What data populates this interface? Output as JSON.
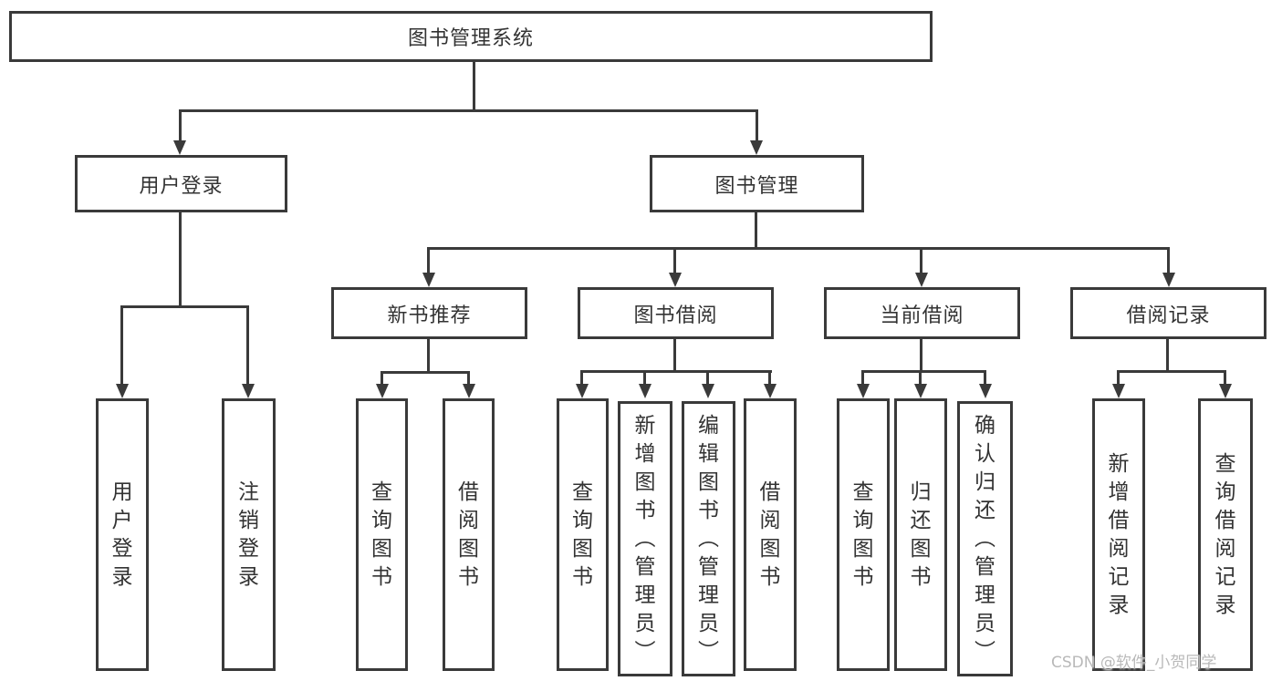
{
  "diagram": {
    "root": {
      "label": "图书管理系统"
    },
    "branches": [
      {
        "label": "用户登录",
        "leaves": [
          {
            "label": "用户登录"
          },
          {
            "label": "注销登录"
          }
        ]
      },
      {
        "label": "图书管理",
        "groups": [
          {
            "label": "新书推荐",
            "leaves": [
              {
                "label": "查询图书"
              },
              {
                "label": "借阅图书"
              }
            ]
          },
          {
            "label": "图书借阅",
            "leaves": [
              {
                "label": "查询图书"
              },
              {
                "label": "新增图书（管理员）"
              },
              {
                "label": "编辑图书（管理员）"
              },
              {
                "label": "借阅图书"
              }
            ]
          },
          {
            "label": "当前借阅",
            "leaves": [
              {
                "label": "查询图书"
              },
              {
                "label": "归还图书"
              },
              {
                "label": "确认归还（管理员）"
              }
            ]
          },
          {
            "label": "借阅记录",
            "leaves": [
              {
                "label": "新增借阅记录"
              },
              {
                "label": "查询借阅记录"
              }
            ]
          }
        ]
      }
    ]
  },
  "watermark": {
    "text": "CSDN @软件_小贺同学"
  },
  "colors": {
    "line": "#3a3a3a",
    "text": "#333333",
    "box_background": "#ffffff",
    "watermark": "#b9b9b9",
    "page_background": "#ffffff"
  }
}
